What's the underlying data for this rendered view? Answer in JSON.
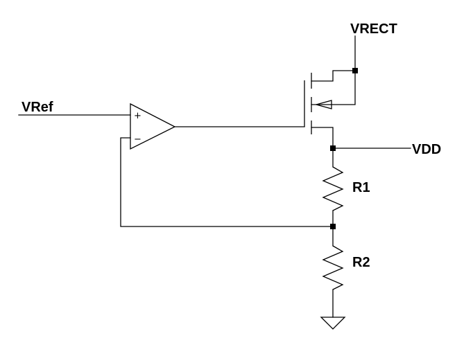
{
  "labels": {
    "vrect": "VRECT",
    "vref": "VRef",
    "vdd": "VDD",
    "r1": "R1",
    "r2": "R2"
  },
  "opamp": {
    "plus": "+",
    "minus": "−"
  },
  "colors": {
    "ink": "#000000",
    "background": "#ffffff"
  }
}
